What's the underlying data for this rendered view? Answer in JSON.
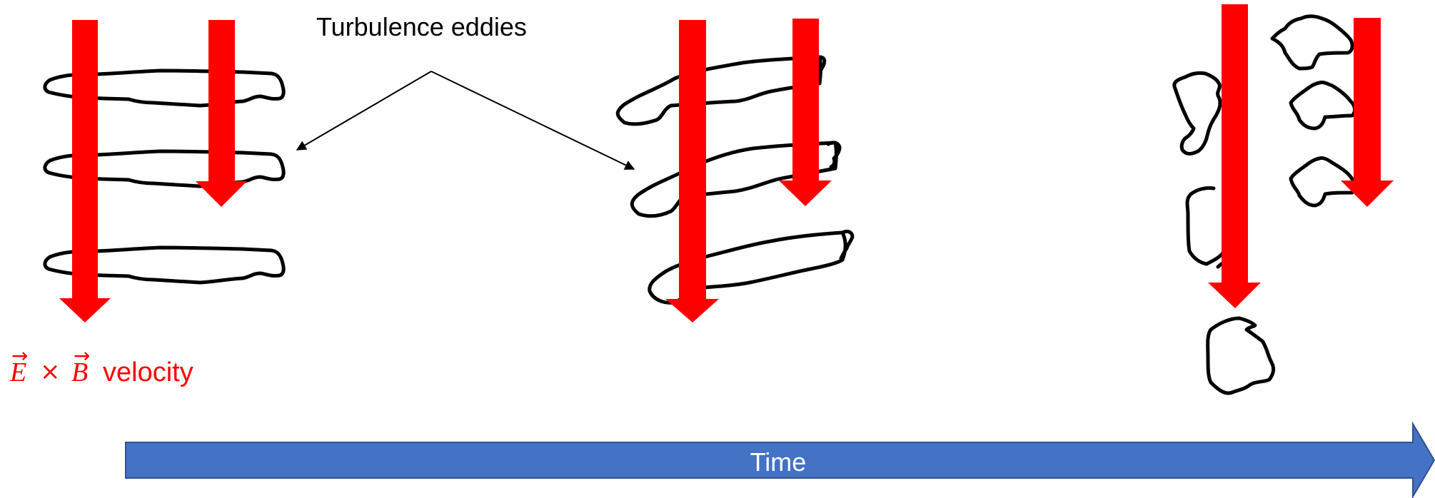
{
  "annotation": {
    "eddies_label": "Turbulence eddies"
  },
  "velocity": {
    "label": "velocity",
    "symbol_e": "E",
    "symbol_b": "B",
    "cross": "×",
    "vector_mark": "→"
  },
  "timeline": {
    "label": "Time"
  },
  "colors": {
    "velocity_arrow": "#FF0000",
    "velocity_text": "#FF0000",
    "time_arrow_fill": "#4472C4",
    "time_arrow_stroke": "#2F528F",
    "eddy_stroke": "#000000",
    "time_text": "#FFFFFF"
  }
}
